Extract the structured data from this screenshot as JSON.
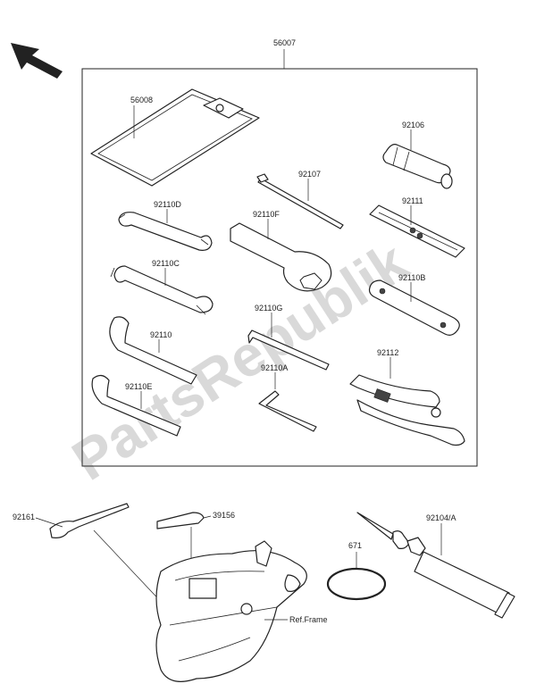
{
  "watermark": "PartsRepublik",
  "labels": {
    "kit": "56007",
    "case": "56008",
    "p92106": "92106",
    "p92107": "92107",
    "p92110D": "92110D",
    "p92110F": "92110F",
    "p92111": "92111",
    "p92110C": "92110C",
    "p92110B": "92110B",
    "p92110G": "92110G",
    "p92110": "92110",
    "p92110A": "92110A",
    "p92112": "92112",
    "p92110E": "92110E",
    "p92161": "92161",
    "p39156": "39156",
    "p92104A": "92104/A",
    "p671": "671",
    "ref_frame": "Ref.Frame"
  },
  "icons": {
    "direction": "front-direction-arrow-icon"
  },
  "colors": {
    "line": "#222222",
    "watermark": "#d9d9d9"
  }
}
